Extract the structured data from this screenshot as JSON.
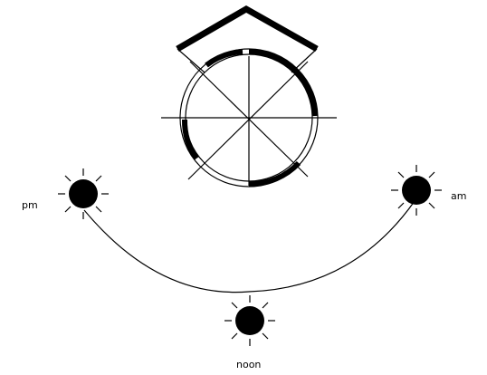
{
  "labels": {
    "pm": "pm",
    "am": "am",
    "noon": "noon"
  },
  "icons": {
    "house": "house-plan-icon",
    "sun": "sun-icon"
  },
  "colors": {
    "ink": "#000000",
    "background": "#ffffff"
  }
}
